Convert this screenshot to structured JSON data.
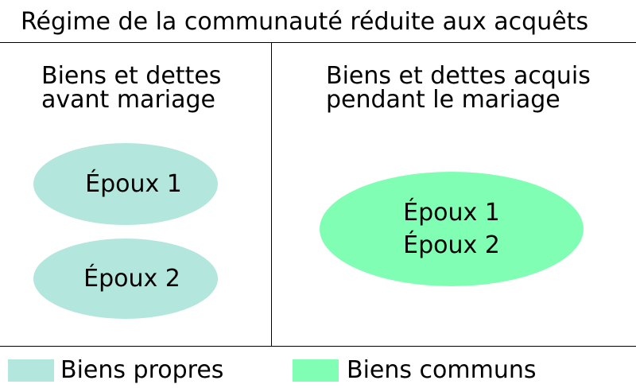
{
  "title": "Régime de la communauté réduite aux acquêts",
  "left_column": {
    "heading_line1": "Biens et dettes",
    "heading_line2": "avant mariage",
    "ellipses": [
      {
        "label": "Époux 1"
      },
      {
        "label": "Époux 2"
      }
    ]
  },
  "right_column": {
    "heading_line1": "Biens et dettes acquis",
    "heading_line2": "pendant le mariage",
    "ellipse": {
      "label_line1": "Époux 1",
      "label_line2": "Époux 2"
    }
  },
  "legend": [
    {
      "label": "Biens propres",
      "color": "#b3e6dc"
    },
    {
      "label": "Biens communs",
      "color": "#80ffb4"
    }
  ],
  "colors": {
    "propres": "#b3e6dc",
    "communs": "#80ffb4",
    "lines": "#000000"
  }
}
